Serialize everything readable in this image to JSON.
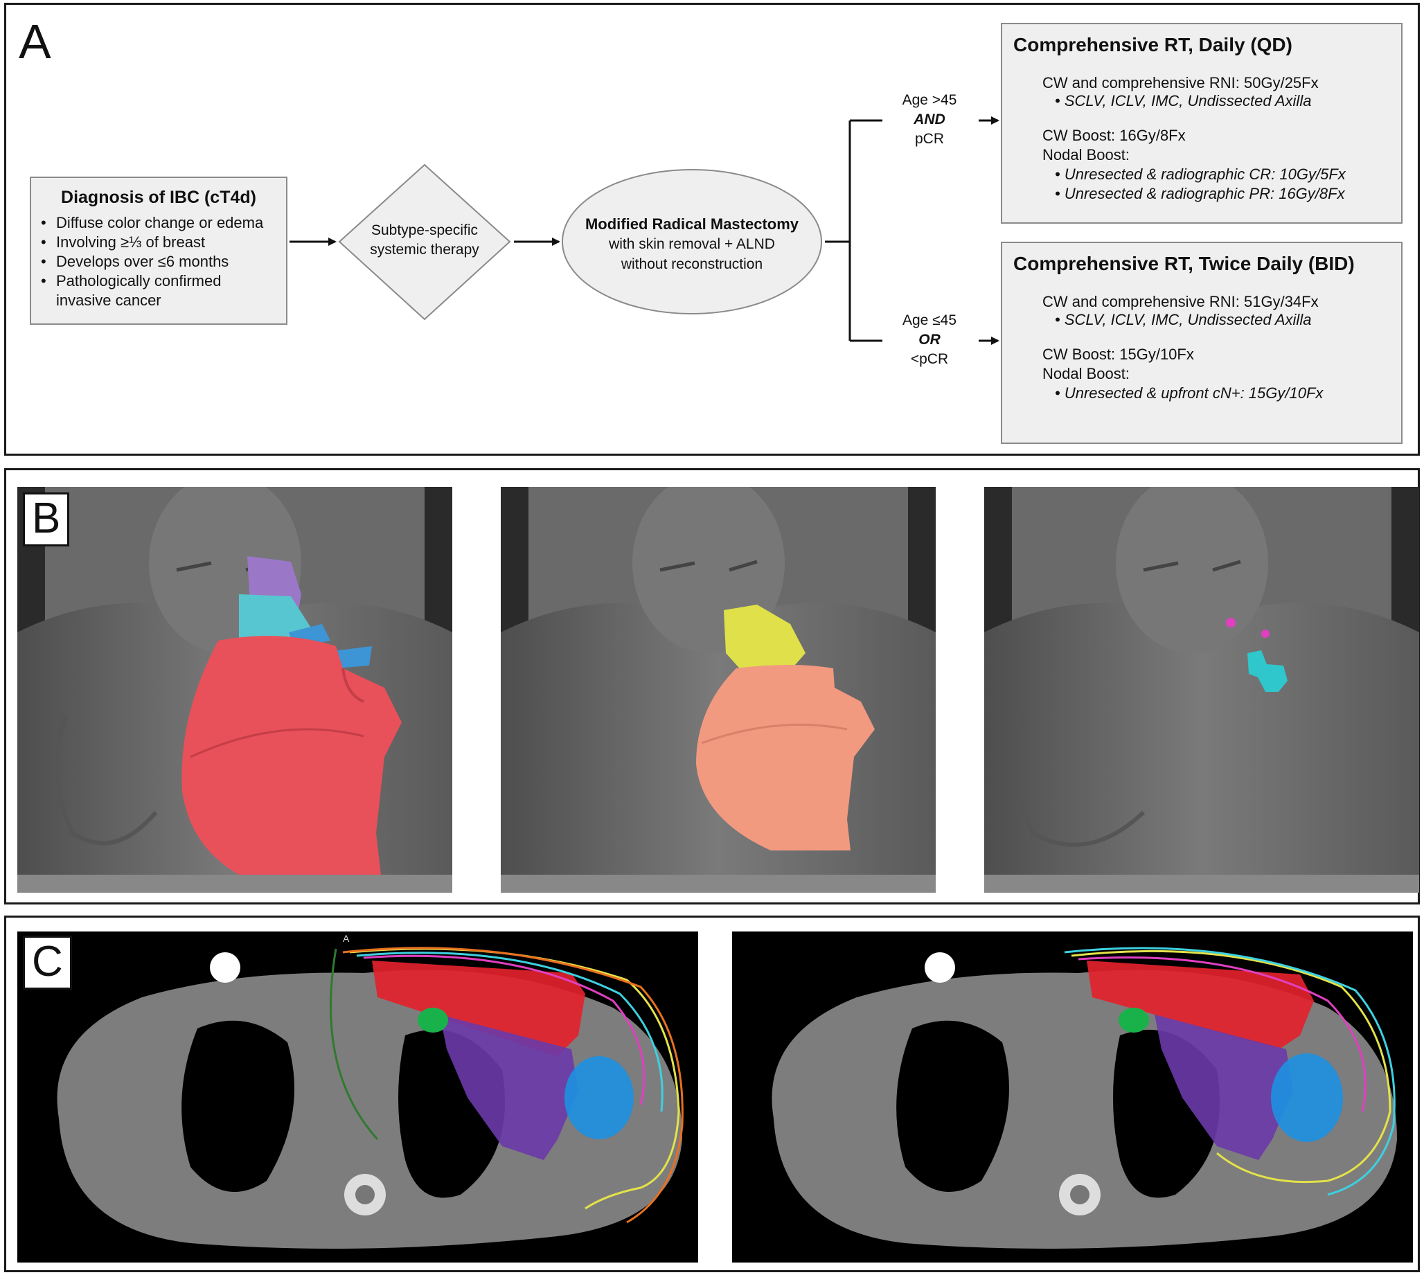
{
  "panel_a": {
    "label": "A",
    "diagnosis": {
      "title": "Diagnosis of IBC (cT4d)",
      "items": [
        "Diffuse color change or edema",
        "Involving ≥⅓ of breast",
        "Develops over ≤6 months",
        "Pathologically confirmed",
        "invasive cancer"
      ]
    },
    "systemic": [
      "Subtype-specific",
      "systemic therapy"
    ],
    "surgery": {
      "title": "Modified Radical Mastectomy",
      "lines": [
        "with skin removal + ALND",
        "without reconstruction"
      ]
    },
    "branch_top": {
      "line1": "Age >45",
      "line2": "AND",
      "line3": "pCR"
    },
    "branch_bottom": {
      "line1": "Age ≤45",
      "line2": "OR",
      "line3": "<pCR"
    },
    "qd": {
      "title": "Comprehensive RT, Daily (QD)",
      "rni": "CW and comprehensive RNI: 50Gy/25Fx",
      "rni_targets": "SCLV, ICLV, IMC, Undissected Axilla",
      "cw_boost": "CW Boost: 16Gy/8Fx",
      "nodal_boost": "Nodal Boost:",
      "nodal_items": [
        "Unresected & radiographic CR: 10Gy/5Fx",
        "Unresected & radiographic PR: 16Gy/8Fx"
      ]
    },
    "bid": {
      "title": "Comprehensive RT, Twice Daily (BID)",
      "rni": "CW and comprehensive RNI: 51Gy/34Fx",
      "rni_targets": "SCLV, ICLV, IMC, Undissected Axilla",
      "cw_boost": "CW Boost: 15Gy/10Fx",
      "nodal_boost": "Nodal Boost:",
      "nodal_items": [
        "Unresected & upfront cN+: 15Gy/10Fx"
      ]
    }
  },
  "panel_b": {
    "label": "B"
  },
  "panel_c": {
    "label": "C",
    "marker": "A"
  },
  "colors": {
    "box_fill": "#efefef",
    "cw_red": "#e8505a",
    "cw_salmon": "#f29a80",
    "scv_purple": "#9b77c8",
    "axilla_cyan": "#58c6d0",
    "axilla_blue": "#3d95d6",
    "boost_yellow": "#dfe04a",
    "node_magenta": "#e040c0",
    "node_cyan": "#2fc6cc",
    "ct_red": "#e3222c",
    "ct_purple": "#6a3aa8",
    "ct_blue": "#1f8fe0",
    "ct_green": "#19b24a"
  }
}
